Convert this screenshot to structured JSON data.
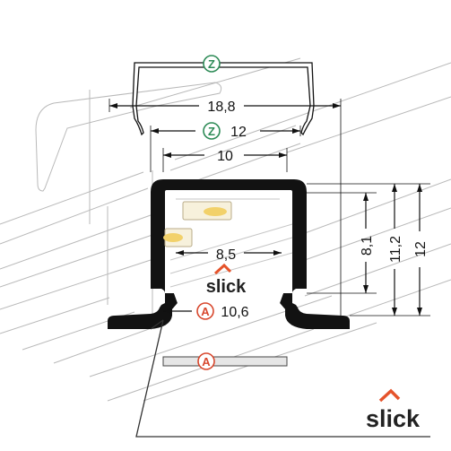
{
  "colors": {
    "profile": "#121212",
    "line_art": "#b9b9b9",
    "dimension": "#111111",
    "badge_green": "#2e8b57",
    "badge_red": "#d8482e",
    "led_yellow": "#f2d16a",
    "led_body": "#f7f1dc",
    "diffuser_fill": "#e6e6e6",
    "brand_orange": "#e5532b"
  },
  "dimensions": {
    "top_width": "18,8",
    "cover_width": "12",
    "inner_top_width": "10",
    "inner_width": "8,5",
    "bottom_width": "10,6",
    "height_inner": "8,1",
    "height_mid": "11,2",
    "height_total": "12"
  },
  "badges": {
    "cover_z": "Z",
    "cover_z_dim": "Z",
    "diffuser_a": "A",
    "diffuser_a_part": "A"
  },
  "brand": {
    "center_logo": "slick",
    "corner_logo": "slick"
  },
  "icons": {
    "cover_badge": "circle-letter-icon",
    "diffuser_badge": "circle-letter-icon",
    "logo_roof": "chevron-roof-icon"
  }
}
